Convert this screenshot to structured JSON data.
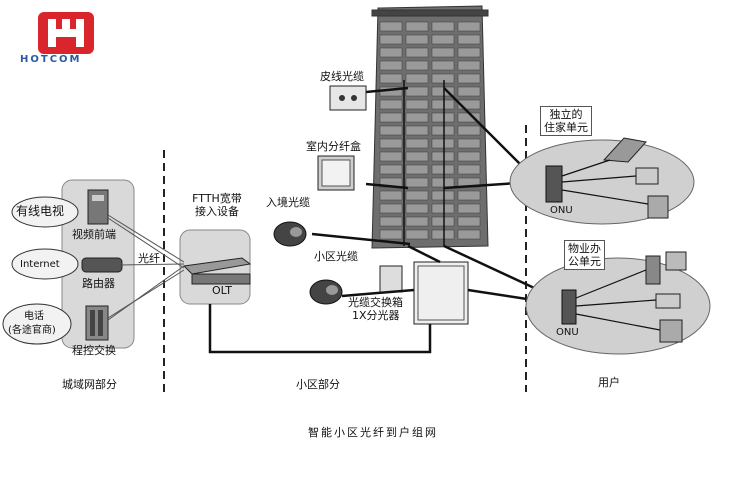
{
  "brand": {
    "name": "HOTCOM",
    "color": "#d9262c",
    "text_color": "#2a59a8"
  },
  "labels": {
    "cable_tv": "有线电视",
    "video_headend": "视频前端",
    "internet": "Internet",
    "router": "路由器",
    "phone_line1": "电话",
    "phone_line2": "(各途官商)",
    "pbx": "程控交换",
    "fiber": "光纤",
    "ftth_line1": "FTTH宽带",
    "ftth_line2": "接入设备",
    "olt": "OLT",
    "drop_cable": "皮线光缆",
    "indoor_box": "室内分纤盒",
    "entry_cable": "入境光缆",
    "community_cable": "小区光缆",
    "cross_box_line1": "光缆交换箱",
    "cross_box_line2": "1X分光器",
    "home_line1": "独立的",
    "home_line2": "住家单元",
    "property_line1": "物业办",
    "property_line2": "公单元",
    "onu_top": "ONU",
    "onu_bottom": "ONU"
  },
  "sections": {
    "metro": "城域网部分",
    "community": "小区部分",
    "user": "用户"
  },
  "caption": "智能小区光纤到户组网"
}
